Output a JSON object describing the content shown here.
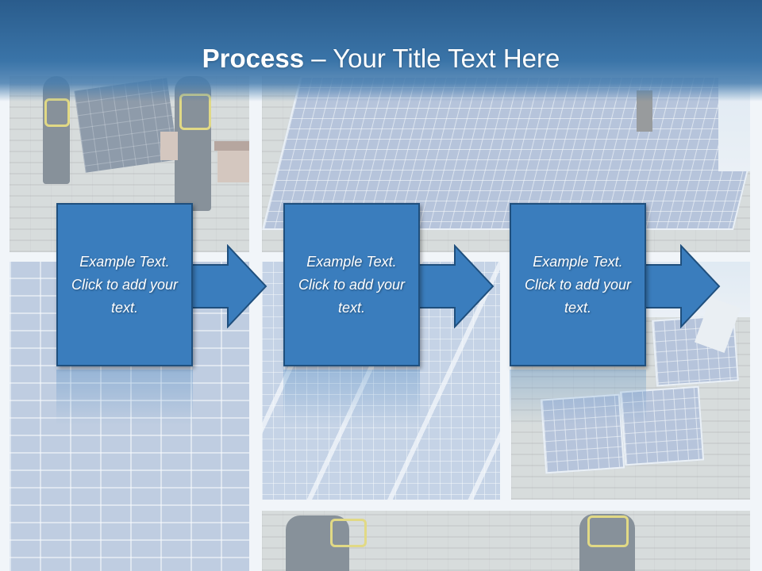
{
  "slide": {
    "title_bold": "Process",
    "title_rest": " – Your Title Text Here"
  },
  "steps": [
    {
      "text": "Example Text. Click  to add your text."
    },
    {
      "text": "Example Text. Click  to add your text."
    },
    {
      "text": "Example Text. Click  to add your text."
    }
  ],
  "colors": {
    "header": "#2a5c8c",
    "box_fill": "#3a7dbd",
    "box_border": "#1f4f7d",
    "text": "#ffffff"
  }
}
